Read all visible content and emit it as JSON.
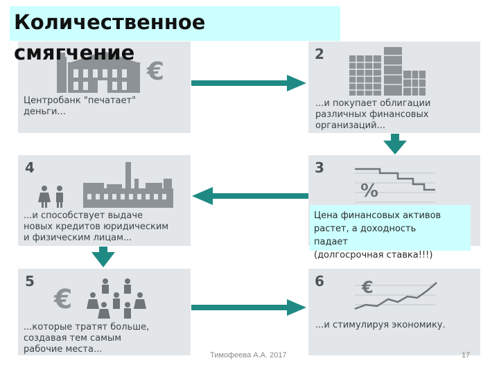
{
  "title": "Количественное\nсмягчение",
  "panels": [
    {
      "number": "",
      "text": "Центробанк \"печатает\"\nденьги..."
    },
    {
      "number": "2",
      "text": "...и покупает облигации\nразличных финансовых\nорганизаций..."
    },
    {
      "number": "3",
      "text": ""
    },
    {
      "number": "4",
      "text": "...и способствует выдаче\nновых кредитов юридическим\nи физическим лицам..."
    },
    {
      "number": "5",
      "text": "...которые тратят больше,\nсоздавая тем самым\nрабочие места..."
    },
    {
      "number": "6",
      "text": "...и стимулируя экономику."
    }
  ],
  "symbols": {
    "euro": "€",
    "percent": "%"
  },
  "callout": "Цена финансовых активов\nрастет, а доходность\nпадает\n(долгосрочная ставка!!!)",
  "footer": {
    "author": "Тимофеева А.А. 2017",
    "page": "17"
  },
  "colors": {
    "panel": "#e2e6e9",
    "arrow": "#1f8a84",
    "highlight": "#ccffff",
    "icon": "#8c9296"
  }
}
